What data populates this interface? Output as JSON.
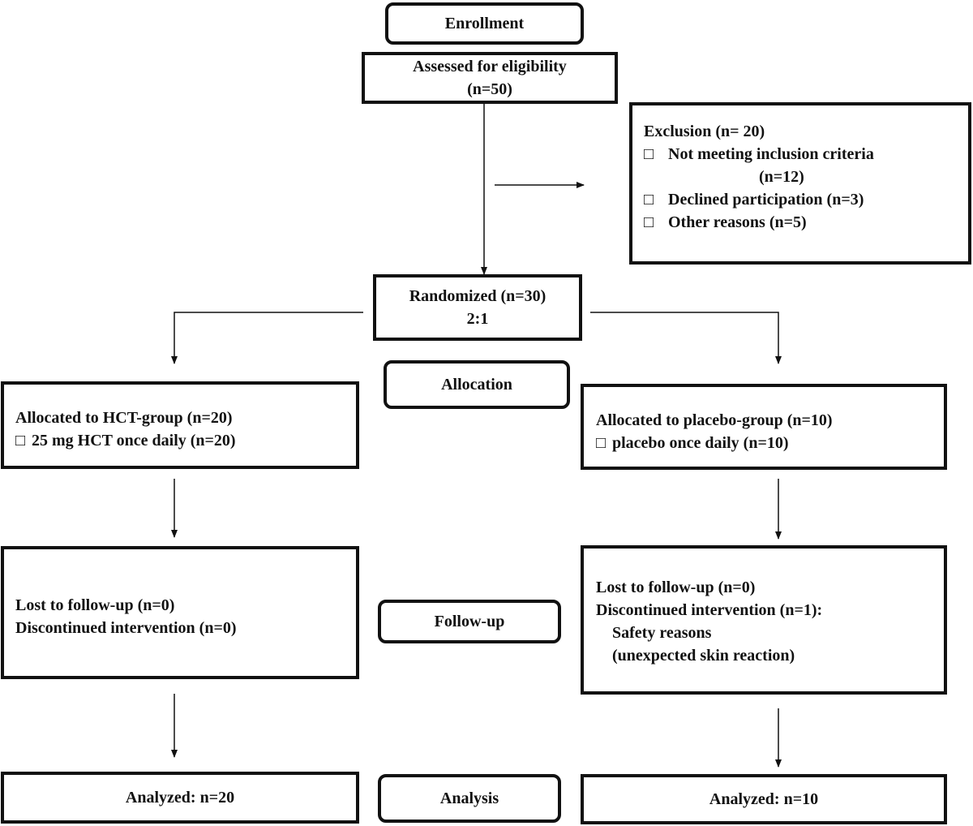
{
  "stages": {
    "enrollment": "Enrollment",
    "allocation": "Allocation",
    "follow_up": "Follow-up",
    "analysis": "Analysis"
  },
  "eligibility": {
    "line1": "Assessed for eligibility",
    "line2": "(n=50)"
  },
  "exclusion": {
    "title": "Exclusion (n= 20)",
    "bullet": "□",
    "items": [
      {
        "label": "Not meeting inclusion criteria",
        "sub": "(n=12)"
      },
      {
        "label": "Declined participation (n=3)"
      },
      {
        "label": "Other reasons (n=5)"
      }
    ]
  },
  "randomized": {
    "line1": "Randomized (n=30)",
    "line2": "2:1"
  },
  "hct_group": {
    "allocated": "Allocated to HCT-group (n=20)",
    "allocated_detail": "25 mg HCT once daily (n=20)",
    "lost": "Lost to follow-up (n=0)",
    "discontinued": "Discontinued intervention (n=0)",
    "analyzed": "Analyzed: n=20"
  },
  "placebo_group": {
    "allocated": "Allocated to placebo-group (n=10)",
    "allocated_detail": "placebo once daily (n=10)",
    "lost": "Lost to follow-up (n=0)",
    "discontinued": "Discontinued intervention (n=1):",
    "reason1": "Safety reasons",
    "reason2": "(unexpected skin reaction)",
    "analyzed": "Analyzed: n=10"
  },
  "colors": {
    "stroke": "#111111",
    "background": "#ffffff"
  }
}
